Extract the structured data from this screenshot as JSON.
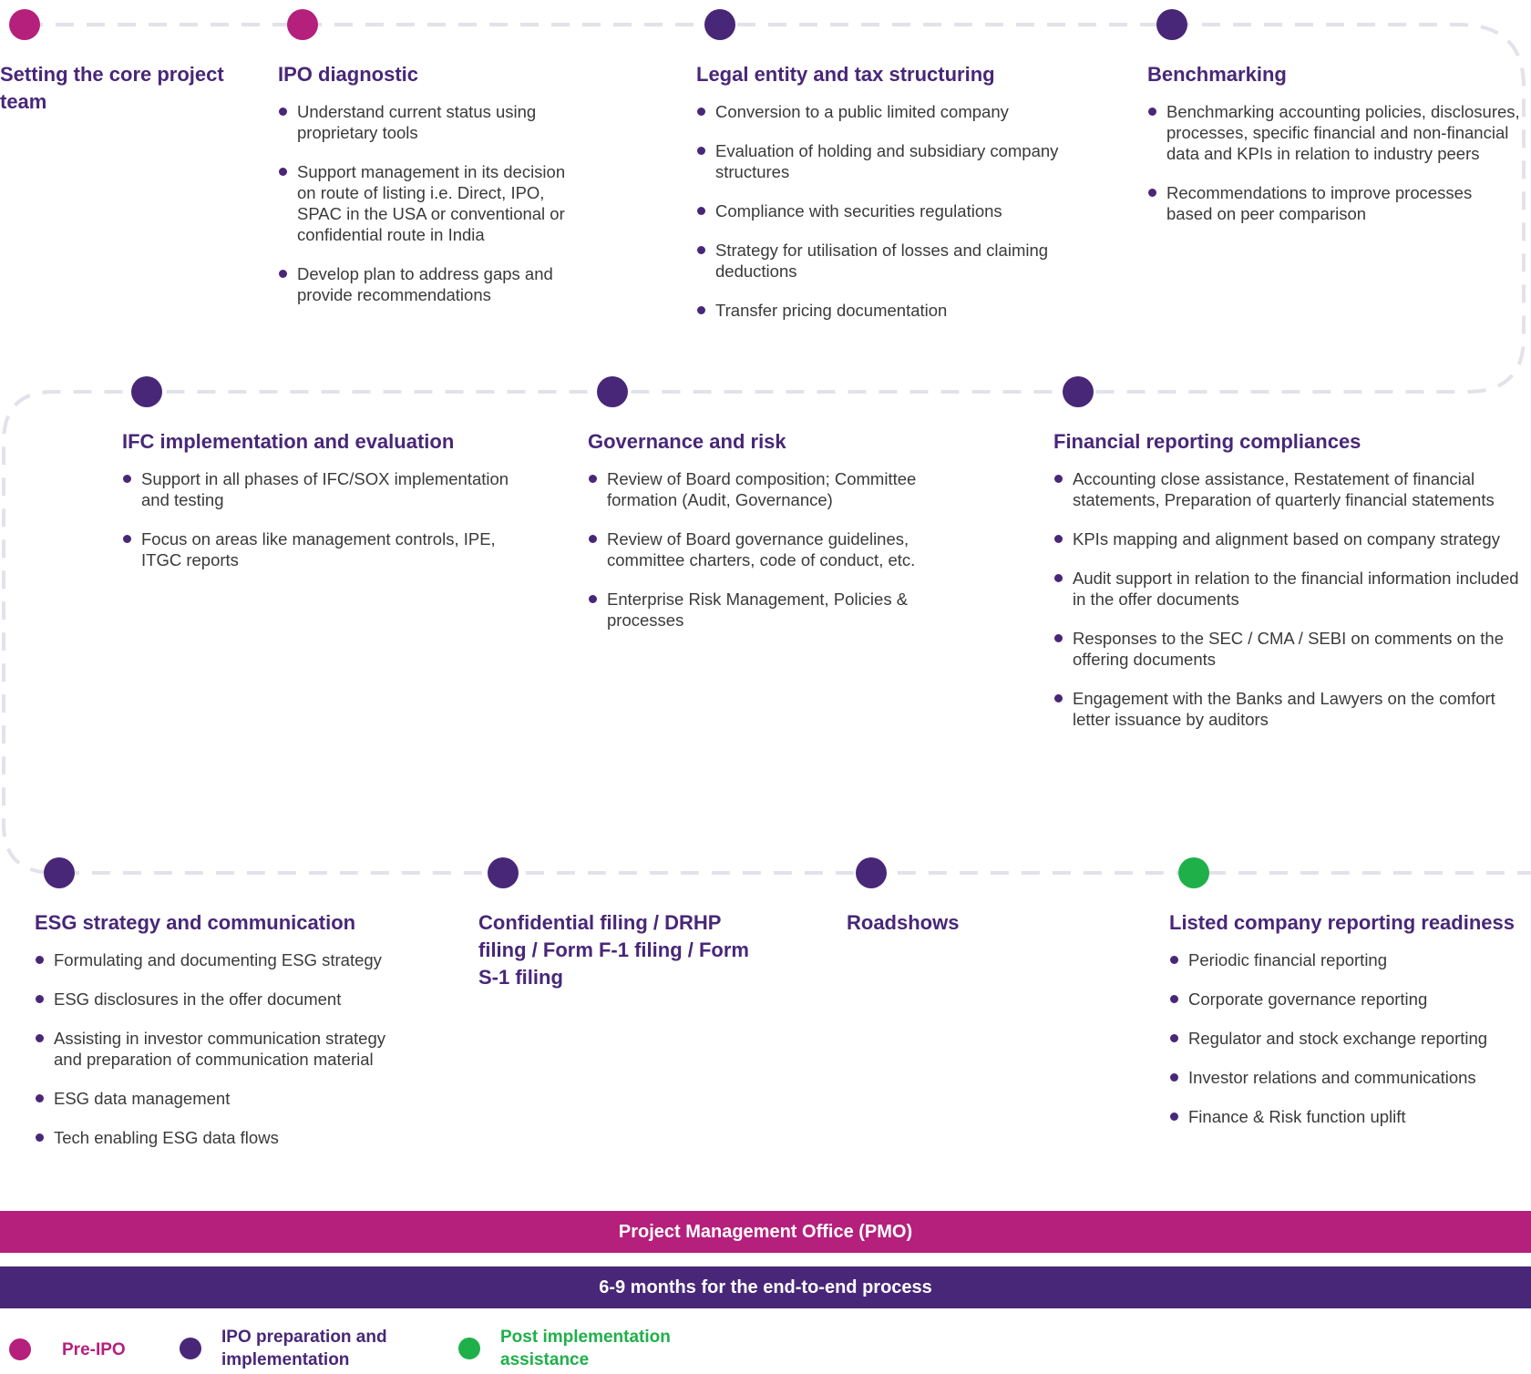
{
  "colors": {
    "pre_ipo": "#b5207c",
    "ipo_preparation": "#482778",
    "post_implementation": "#1fb04a",
    "path": "#e2e2ea"
  },
  "steps": [
    {
      "title": "Setting the core project team",
      "phase": "pre_ipo",
      "bullets": []
    },
    {
      "title": "IPO diagnostic",
      "phase": "pre_ipo",
      "bullets": [
        "Understand current status using proprietary tools",
        "Support management in its decision on route of listing i.e. Direct, IPO, SPAC in the USA or conventional or confidential route in India",
        "Develop plan to address gaps and provide recommendations"
      ]
    },
    {
      "title": "Legal entity and tax structuring",
      "phase": "ipo_preparation",
      "bullets": [
        "Conversion to a public limited company",
        "Evaluation of holding and subsidiary company structures",
        "Compliance with securities regulations",
        "Strategy for utilisation of losses and claiming deductions",
        "Transfer pricing documentation"
      ]
    },
    {
      "title": "Benchmarking",
      "phase": "ipo_preparation",
      "bullets": [
        "Benchmarking accounting policies, disclosures, processes, specific financial and non-financial data and KPIs in relation to industry peers",
        "Recommendations to improve processes based on peer comparison"
      ]
    },
    {
      "title": "IFC implementation and evaluation",
      "phase": "ipo_preparation",
      "bullets": [
        "Support in all phases of IFC/SOX implementation and testing",
        "Focus on areas like management controls, IPE, ITGC reports"
      ]
    },
    {
      "title": "Governance and risk",
      "phase": "ipo_preparation",
      "bullets": [
        "Review of Board composition; Committee formation (Audit, Governance)",
        "Review of Board governance guidelines, committee charters, code of conduct, etc.",
        "Enterprise Risk Management, Policies & processes"
      ]
    },
    {
      "title": "Financial reporting compliances",
      "phase": "ipo_preparation",
      "bullets": [
        "Accounting close assistance, Restatement of financial statements, Preparation of quarterly financial statements",
        "KPIs mapping and alignment based on company strategy",
        "Audit support in relation to the financial information included in the offer documents",
        "Responses to the SEC / CMA / SEBI on comments on the offering documents",
        "Engagement with the Banks and Lawyers on the comfort letter issuance by auditors"
      ]
    },
    {
      "title": "ESG strategy and communication",
      "phase": "ipo_preparation",
      "bullets": [
        "Formulating and documenting ESG strategy",
        "ESG disclosures in the offer document",
        "Assisting in investor communication strategy and preparation of communication material",
        "ESG data management",
        "Tech enabling ESG data flows"
      ]
    },
    {
      "title": "Confidential filing / DRHP filing / Form F-1 filing / Form S-1 filing",
      "phase": "ipo_preparation",
      "bullets": []
    },
    {
      "title": "Roadshows",
      "phase": "ipo_preparation",
      "bullets": []
    },
    {
      "title": "Listed company reporting readiness",
      "phase": "post_implementation",
      "bullets": [
        "Periodic financial reporting",
        "Corporate governance reporting",
        "Regulator and stock exchange reporting",
        "Investor relations and communications",
        "Finance & Risk function uplift"
      ]
    }
  ],
  "bars": {
    "pmo": "Project Management Office (PMO)",
    "duration": "6-9 months for the end-to-end process"
  },
  "legend": [
    {
      "label": "Pre-IPO",
      "phase": "pre_ipo"
    },
    {
      "label": "IPO preparation and implementation",
      "phase": "ipo_preparation"
    },
    {
      "label": "Post implementation assistance",
      "phase": "post_implementation"
    }
  ]
}
